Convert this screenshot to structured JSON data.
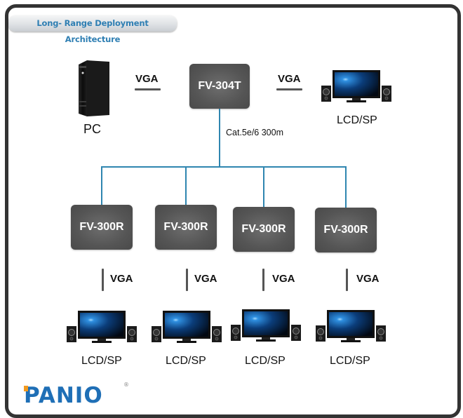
{
  "title": "Long- Range Deployment Architecture",
  "source": {
    "label": "PC",
    "icon": "pc-tower-icon",
    "link_label": "VGA"
  },
  "transmitter": {
    "label": "FV-304T"
  },
  "local_display": {
    "label": "LCD/SP",
    "icon": "lcd-speakers-icon",
    "link_label": "VGA"
  },
  "cable": {
    "label": "Cat.5e/6 300m",
    "color": "#2f86b0"
  },
  "receivers": [
    {
      "label": "FV-300R",
      "link_label": "VGA",
      "display_label": "LCD/SP"
    },
    {
      "label": "FV-300R",
      "link_label": "VGA",
      "display_label": "LCD/SP"
    },
    {
      "label": "FV-300R",
      "link_label": "VGA",
      "display_label": "LCD/SP"
    },
    {
      "label": "FV-300R",
      "link_label": "VGA",
      "display_label": "LCD/SP"
    }
  ],
  "brand": {
    "name": "PANIO",
    "registered": "®",
    "color": "#1f6fb6",
    "accent_color": "#f29a1f"
  }
}
